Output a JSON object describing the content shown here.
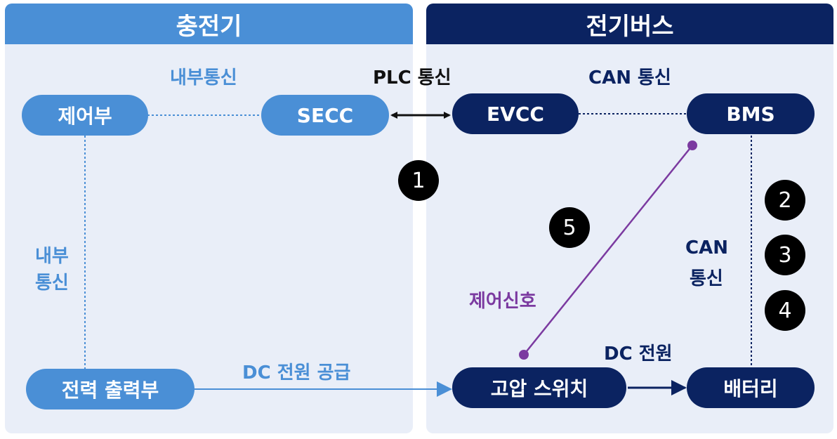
{
  "panels": {
    "charger": {
      "title": "충전기",
      "color": "#4a8fd6"
    },
    "bus": {
      "title": "전기버스",
      "color": "#0b2361"
    }
  },
  "nodes": {
    "control": "제어부",
    "secc": "SECC",
    "power_output": "전력 출력부",
    "evcc": "EVCC",
    "bms": "BMS",
    "hv_switch": "고압 스위치",
    "battery": "배터리"
  },
  "labels": {
    "internal_comm_top": "내부통신",
    "internal_comm_side_1": "내부",
    "internal_comm_side_2": "통신",
    "plc_comm": "PLC 통신",
    "can_comm_top": "CAN 통신",
    "can_comm_side_1": "CAN",
    "can_comm_side_2": "통신",
    "dc_supply": "DC 전원 공급",
    "dc_power": "DC 전원",
    "control_signal": "제어신호"
  },
  "steps": [
    "1",
    "2",
    "3",
    "4",
    "5"
  ],
  "colors": {
    "light_blue": "#4a8fd6",
    "navy": "#0b2361",
    "purple": "#7b3aa0",
    "panel_bg": "#e9eef8"
  }
}
